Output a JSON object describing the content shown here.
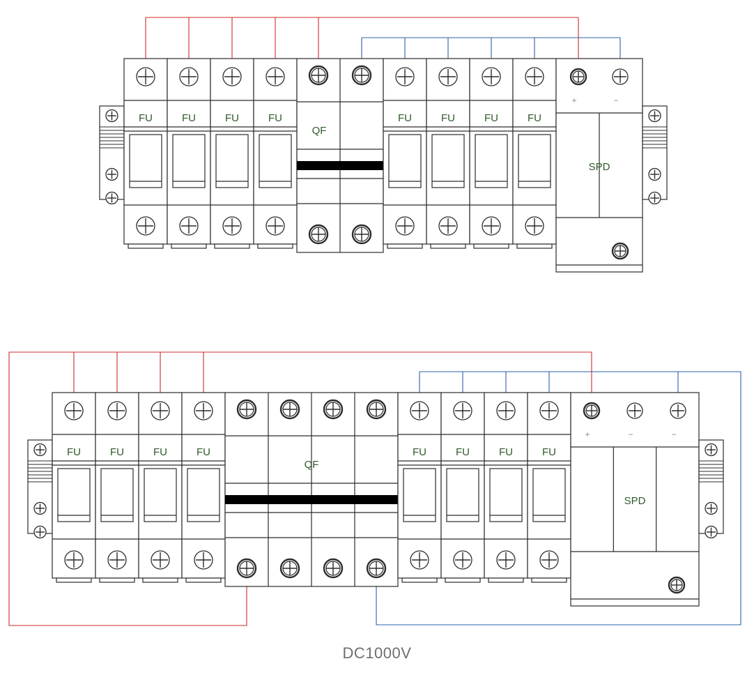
{
  "labels": {
    "fuse": "FU",
    "breaker": "QF",
    "spd": "SPD",
    "plus": "+",
    "minus": "−"
  },
  "caption": "DC1000V",
  "colors": {
    "outline": "#2b2b2b",
    "positive_wire": "#cc2b2b",
    "negative_wire": "#2d5fa8",
    "label_text": "#2f5a2a",
    "caption_text": "#6e6e6e",
    "handle_bar": "#000000"
  },
  "diagrams": [
    {
      "id": "top",
      "fuses_positive": 4,
      "breaker_poles": 2,
      "fuses_negative": 4,
      "spd_terminals": [
        "+",
        "−"
      ]
    },
    {
      "id": "bottom",
      "fuses_positive": 4,
      "breaker_poles": 4,
      "fuses_negative": 4,
      "spd_terminals": [
        "+",
        "−",
        "−"
      ]
    }
  ]
}
